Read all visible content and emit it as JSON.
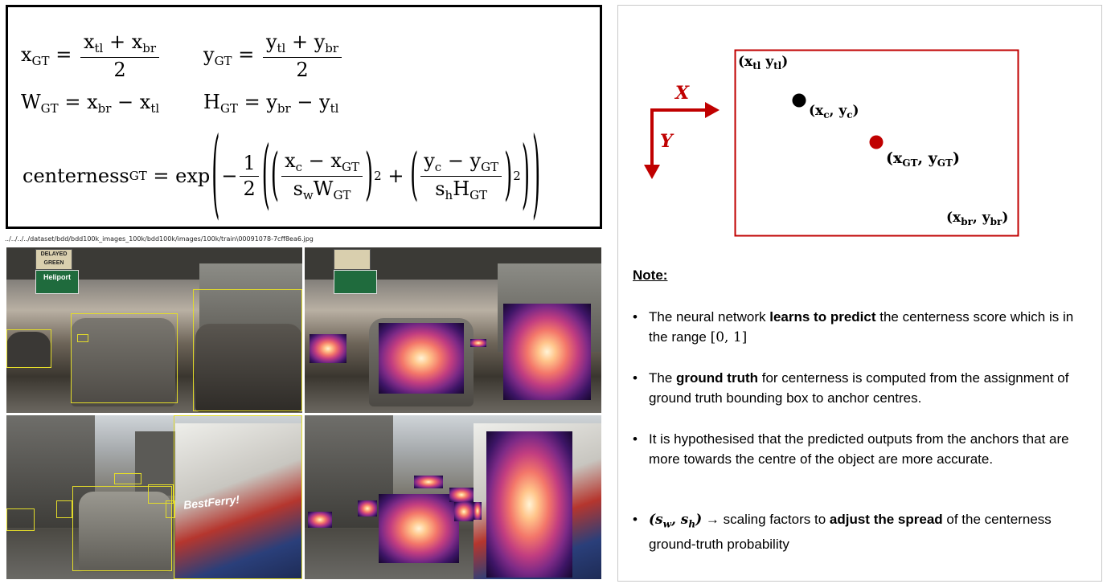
{
  "formula": {
    "x_gt": {
      "lhs": "x",
      "lhs_sub": "GT",
      "num_a": "x",
      "num_a_sub": "tl",
      "num_op": "+",
      "num_b": "x",
      "num_b_sub": "br",
      "den": "2"
    },
    "y_gt": {
      "lhs": "y",
      "lhs_sub": "GT",
      "num_a": "y",
      "num_a_sub": "tl",
      "num_op": "+",
      "num_b": "y",
      "num_b_sub": "br",
      "den": "2"
    },
    "w_gt": {
      "lhs": "W",
      "lhs_sub": "GT",
      "a": "x",
      "a_sub": "br",
      "op": "−",
      "b": "x",
      "b_sub": "tl"
    },
    "h_gt": {
      "lhs": "H",
      "lhs_sub": "GT",
      "a": "y",
      "a_sub": "br",
      "op": "−",
      "b": "y",
      "b_sub": "tl"
    },
    "centerness": {
      "lhs": "centerness",
      "lhs_sub": "GT",
      "func": "exp",
      "minus": "−",
      "half_num": "1",
      "half_den": "2",
      "t1_num": "x",
      "t1_num_sub": "c",
      "t1_op": "−",
      "t1_num_b": "x",
      "t1_num_b_sub": "GT",
      "t1_den_s": "s",
      "t1_den_s_sub": "w",
      "t1_den_W": "W",
      "t1_den_W_sub": "GT",
      "plus": "+",
      "t2_num": "y",
      "t2_num_sub": "c",
      "t2_op": "−",
      "t2_num_b": "y",
      "t2_num_b_sub": "GT",
      "t2_den_s": "s",
      "t2_den_s_sub": "h",
      "t2_den_H": "H",
      "t2_den_H_sub": "GT",
      "power": "2",
      "eq": "="
    }
  },
  "file_path": "../../../../dataset/bdd/bdd100k_images_100k/bdd100k/images/100k/train\\00091078-7cff8ea6.jpg",
  "sign_labels": {
    "delayed_green_1": "DELAYED",
    "delayed_green_2": "GREEN",
    "heliport": "Heliport"
  },
  "bus_text": "BestFerry!",
  "diagram": {
    "x_axis": "X",
    "y_axis": "Y",
    "tl": {
      "text": "(x",
      "sub": "tl",
      "mid": " y",
      "sub2": "tl",
      "end": ")"
    },
    "c": {
      "text": "(x",
      "sub": "c",
      "mid": ", y",
      "sub2": "c",
      "end": ")"
    },
    "gt": {
      "text": "(x",
      "sub": "GT",
      "mid": ", y",
      "sub2": "GT",
      "end": ")"
    },
    "br": {
      "text": "(x",
      "sub": "br",
      "mid": ", y",
      "sub2": "br",
      "end": ")"
    },
    "colors": {
      "box": "#c00000",
      "axis": "#c00000",
      "centre": "#000000",
      "gt_point": "#c00000"
    }
  },
  "note": {
    "title": "Note:",
    "bullet_char": "•",
    "b1": {
      "pre": "The neural network ",
      "bold": "learns to predict",
      "post": " the centerness score which is in the range ",
      "range": "[0, 1]"
    },
    "b2": {
      "pre": "The ",
      "bold": "ground truth",
      "post": " for centerness is computed from the assignment of ground truth bounding box to anchor centres."
    },
    "b3": {
      "text": "It is hypothesised that the predicted outputs from the anchors that are more towards the centre of the object  are more accurate."
    },
    "b4": {
      "math": "(s",
      "sub_w": "w",
      "comma": ", s",
      "sub_h": "h",
      "close": ")",
      "arrow": " → scaling factors to ",
      "bold": "adjust the spread",
      "post": " of the centerness ground-truth probability"
    }
  }
}
